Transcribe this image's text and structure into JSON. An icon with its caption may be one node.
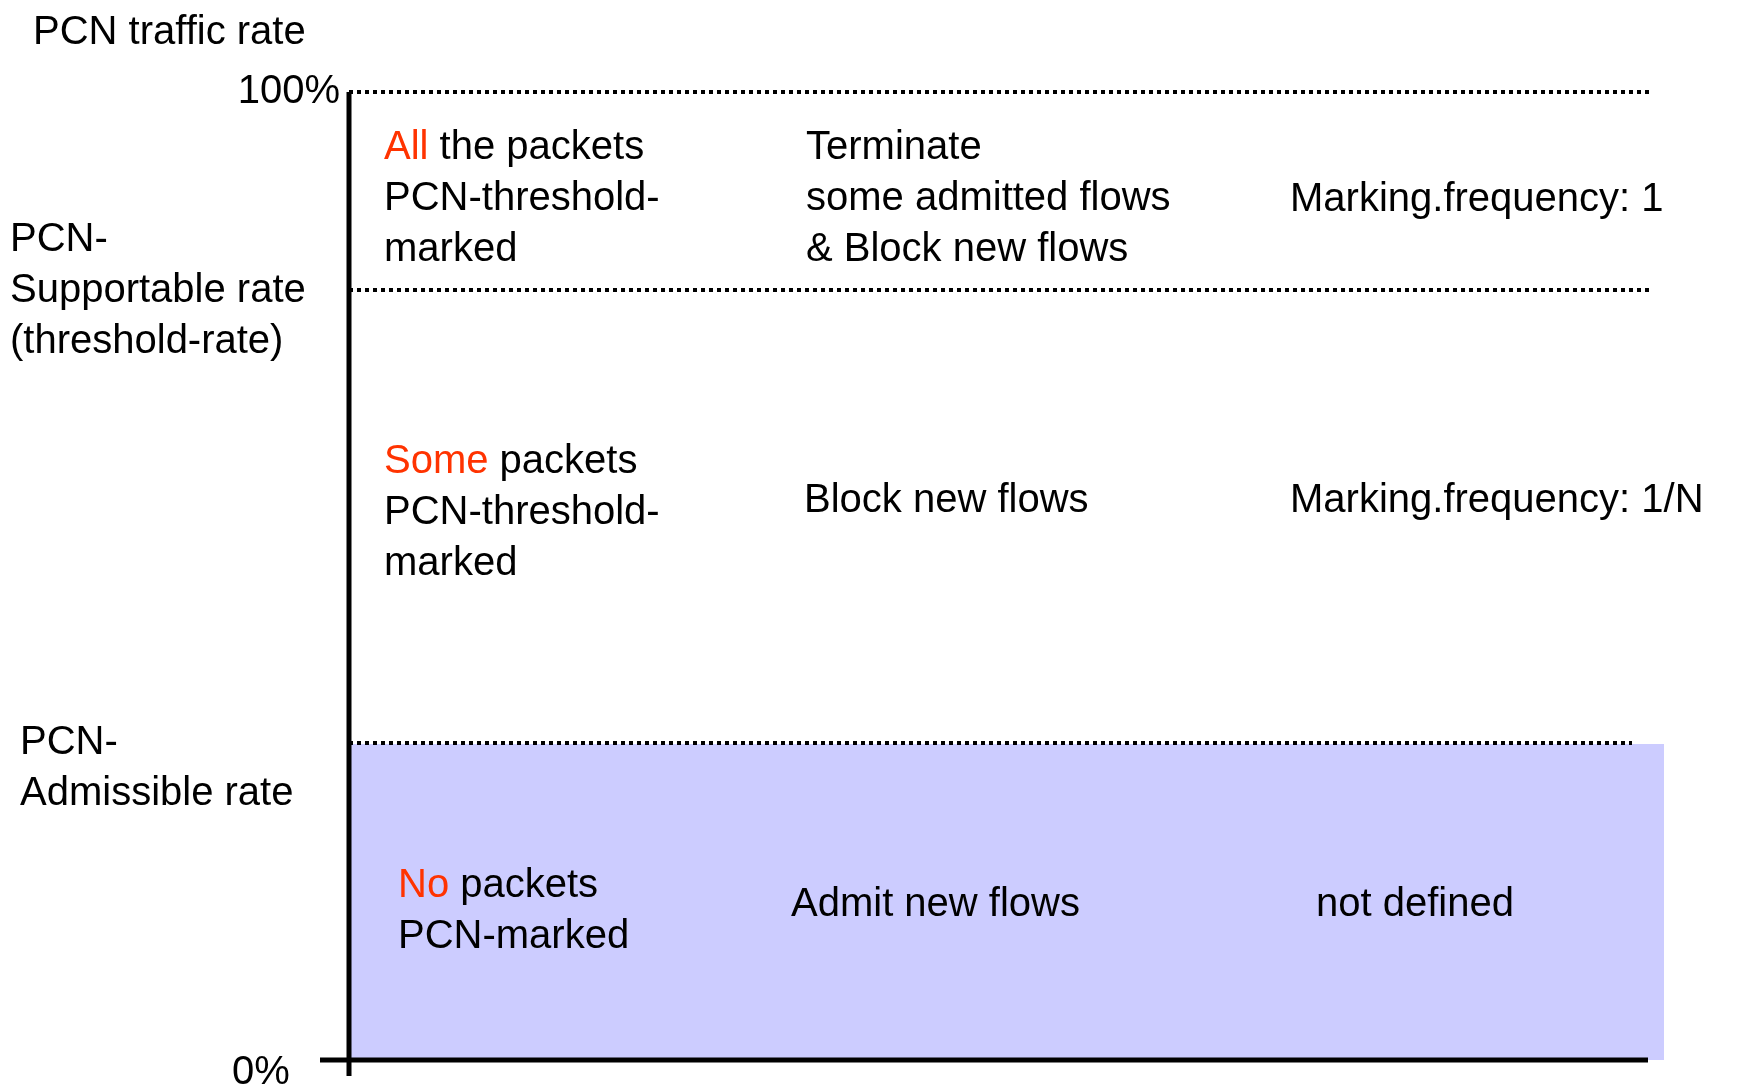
{
  "diagram": {
    "labels": [
      "PCN traffic rate",
      "100%",
      "All the packets PCN-threshold- marked",
      "Terminate some admitted flows & Block new flows",
      "Marking.frequency: 1",
      "PCN- Supportable rate (threshold-rate)",
      "Some packets PCN-threshold- marked",
      "Block new flows",
      "Marking.frequency: 1/N",
      "PCN- Admissible rate",
      "No packets PCN-marked",
      "Admit new flows",
      "not defined",
      "0%"
    ]
  }
}
